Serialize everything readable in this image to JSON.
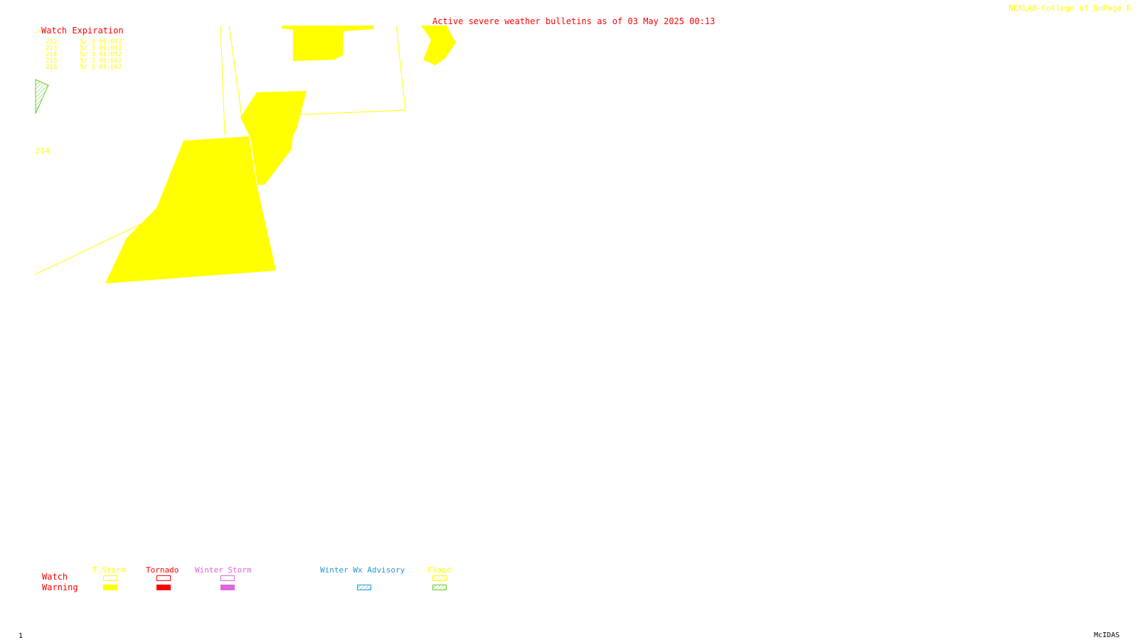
{
  "header": {
    "bulletin_title": "Active severe weather bulletins as of 03 May 2025 00:13",
    "credit": "NEXLAB-College of DuPage R"
  },
  "watch_expiration": {
    "title": "Watch Expiration",
    "rows": [
      {
        "id": "212",
        "expires": "5/ 3 01:00Z"
      },
      {
        "id": "213",
        "expires": "5/ 3 01:00Z"
      },
      {
        "id": "214",
        "expires": "5/ 3 01:00Z"
      },
      {
        "id": "215",
        "expires": "5/ 3 03:00Z"
      },
      {
        "id": "216",
        "expires": "5/ 3 03:00Z"
      }
    ]
  },
  "map": {
    "watch_label": "214"
  },
  "legend": {
    "row_watch": "Watch",
    "row_warning": "Warning",
    "categories": [
      {
        "key": "tstorm",
        "label": "T-Storm",
        "color": "#ffff00"
      },
      {
        "key": "tornado",
        "label": "Tornado",
        "color": "#ff0000"
      },
      {
        "key": "winter_storm",
        "label": "Winter Storm",
        "color": "#dd66dd"
      },
      {
        "key": "winter_wx_advisory",
        "label": "Winter Wx Advisory",
        "color": "#2299dd"
      },
      {
        "key": "flood",
        "label": "Flood",
        "color": "#66cc33"
      }
    ]
  },
  "footer": {
    "frame_number": "1",
    "software": "McIDAS"
  },
  "colors": {
    "title_red": "#ff0000",
    "yellow": "#ffff00",
    "flood_green": "#66cc33",
    "advisory_blue": "#2299dd",
    "winter_purple": "#dd66dd",
    "background": "#ffffff"
  }
}
